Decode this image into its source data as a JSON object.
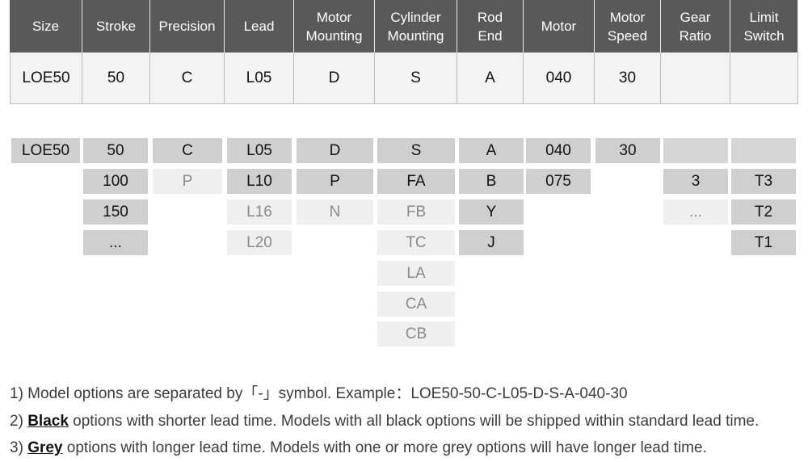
{
  "header": {
    "columns": [
      "Size",
      "Stroke",
      "Precision",
      "Lead",
      "Motor\nMounting",
      "Cylinder\nMounting",
      "Rod\nEnd",
      "Motor",
      "Motor\nSpeed",
      "Gear\nRatio",
      "Limit\nSwitch"
    ],
    "values": [
      "LOE50",
      "50",
      "C",
      "L05",
      "D",
      "S",
      "A",
      "040",
      "30",
      "",
      ""
    ]
  },
  "options": {
    "size": [
      {
        "label": "LOE50",
        "status": "black"
      }
    ],
    "stroke": [
      {
        "label": "50",
        "status": "black"
      },
      {
        "label": "100",
        "status": "black"
      },
      {
        "label": "150",
        "status": "black"
      },
      {
        "label": "...",
        "status": "black"
      }
    ],
    "precision": [
      {
        "label": "C",
        "status": "black"
      },
      {
        "label": "P",
        "status": "grey"
      }
    ],
    "lead": [
      {
        "label": "L05",
        "status": "black"
      },
      {
        "label": "L10",
        "status": "black"
      },
      {
        "label": "L16",
        "status": "grey"
      },
      {
        "label": "L20",
        "status": "grey"
      }
    ],
    "motor_mounting": [
      {
        "label": "D",
        "status": "black"
      },
      {
        "label": "P",
        "status": "black"
      },
      {
        "label": "N",
        "status": "grey"
      }
    ],
    "cylinder_mounting": [
      {
        "label": "S",
        "status": "black"
      },
      {
        "label": "FA",
        "status": "black"
      },
      {
        "label": "FB",
        "status": "grey"
      },
      {
        "label": "TC",
        "status": "grey"
      },
      {
        "label": "LA",
        "status": "grey"
      },
      {
        "label": "CA",
        "status": "grey"
      },
      {
        "label": "CB",
        "status": "grey"
      }
    ],
    "rod_end": [
      {
        "label": "A",
        "status": "black"
      },
      {
        "label": "B",
        "status": "black"
      },
      {
        "label": "Y",
        "status": "black"
      },
      {
        "label": "J",
        "status": "black"
      }
    ],
    "motor": [
      {
        "label": "040",
        "status": "black"
      },
      {
        "label": "075",
        "status": "black"
      }
    ],
    "motor_speed": [
      {
        "label": "30",
        "status": "black"
      }
    ],
    "gear_ratio": [
      {
        "label": "",
        "status": "blank"
      },
      {
        "label": "3",
        "status": "black"
      },
      {
        "label": "...",
        "status": "grey"
      }
    ],
    "limit_switch": [
      {
        "label": "",
        "status": "blank"
      },
      {
        "label": "T3",
        "status": "black"
      },
      {
        "label": "T2",
        "status": "black"
      },
      {
        "label": "T1",
        "status": "black"
      }
    ]
  },
  "notes": {
    "n1": "1) Model options are separated by「-」symbol. Example：LOE50-50-C-L05-D-S-A-040-30",
    "n2_prefix": "2) ",
    "n2_keyword": "Black",
    "n2_rest": " options with shorter lead time. Models with all black options will be shipped within standard lead time.",
    "n3_prefix": "3) ",
    "n3_keyword": "Grey",
    "n3_rest": " options with longer lead time. Models with one or more grey options will have longer lead time."
  },
  "colors": {
    "header_bg": "#595959",
    "black_option_bg": "#cfcfcf",
    "grey_option_bg": "#efefef",
    "grey_option_text": "#8a8a8a"
  }
}
